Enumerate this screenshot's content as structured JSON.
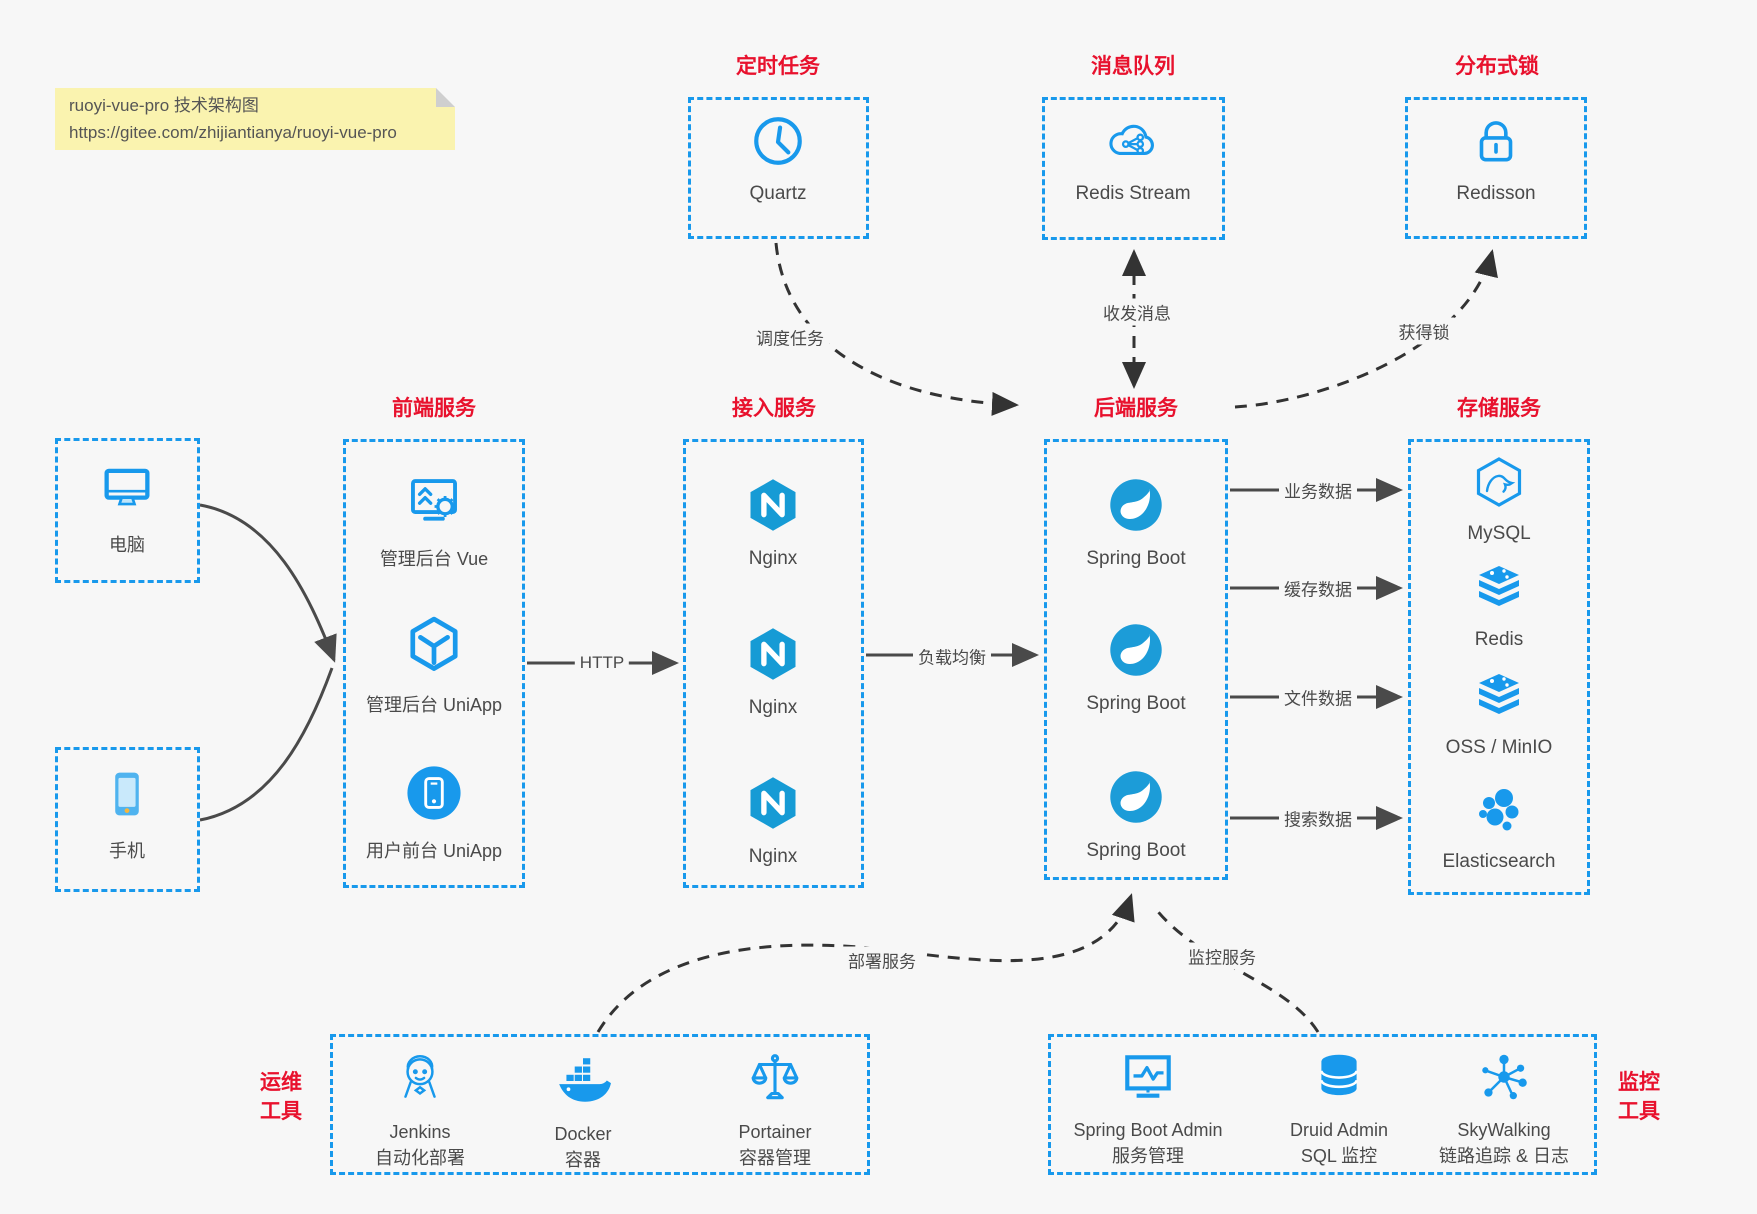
{
  "note": {
    "line1": "ruoyi-vue-pro 技术架构图",
    "line2": "https://gitee.com/zhijiantianya/ruoyi-vue-pro"
  },
  "colors": {
    "accent": "#1899EC",
    "title_red": "#E8112D",
    "text": "#4A4A4A",
    "note_bg": "#FAF3AF"
  },
  "groups": {
    "scheduled": {
      "title": "定时任务",
      "item": "Quartz"
    },
    "mq": {
      "title": "消息队列",
      "item": "Redis Stream"
    },
    "lock": {
      "title": "分布式锁",
      "item": "Redisson"
    },
    "clients": {
      "computer": "电脑",
      "phone": "手机"
    },
    "frontend": {
      "title": "前端服务",
      "items": [
        "管理后台 Vue",
        "管理后台 UniApp",
        "用户前台 UniApp"
      ]
    },
    "gateway": {
      "title": "接入服务",
      "items": [
        "Nginx",
        "Nginx",
        "Nginx"
      ]
    },
    "backend": {
      "title": "后端服务",
      "items": [
        "Spring Boot",
        "Spring Boot",
        "Spring Boot"
      ]
    },
    "storage": {
      "title": "存储服务",
      "items": [
        "MySQL",
        "Redis",
        "OSS / MinIO",
        "Elasticsearch"
      ]
    },
    "devops": {
      "side_label": "运维\n工具",
      "items": [
        {
          "name": "Jenkins",
          "desc": "自动化部署"
        },
        {
          "name": "Docker",
          "desc": "容器"
        },
        {
          "name": "Portainer",
          "desc": "容器管理"
        }
      ]
    },
    "monitor": {
      "side_label": "监控\n工具",
      "items": [
        {
          "name": "Spring Boot Admin",
          "desc": "服务管理"
        },
        {
          "name": "Druid Admin",
          "desc": "SQL 监控"
        },
        {
          "name": "SkyWalking",
          "desc": "链路追踪 & 日志"
        }
      ]
    }
  },
  "edges": {
    "http": "HTTP",
    "load_balance": "负载均衡",
    "schedule": "调度任务",
    "messages": "收发消息",
    "acquire_lock": "获得锁",
    "business_data": "业务数据",
    "cache_data": "缓存数据",
    "file_data": "文件数据",
    "search_data": "搜索数据",
    "deploy": "部署服务",
    "monitoring": "监控服务"
  }
}
